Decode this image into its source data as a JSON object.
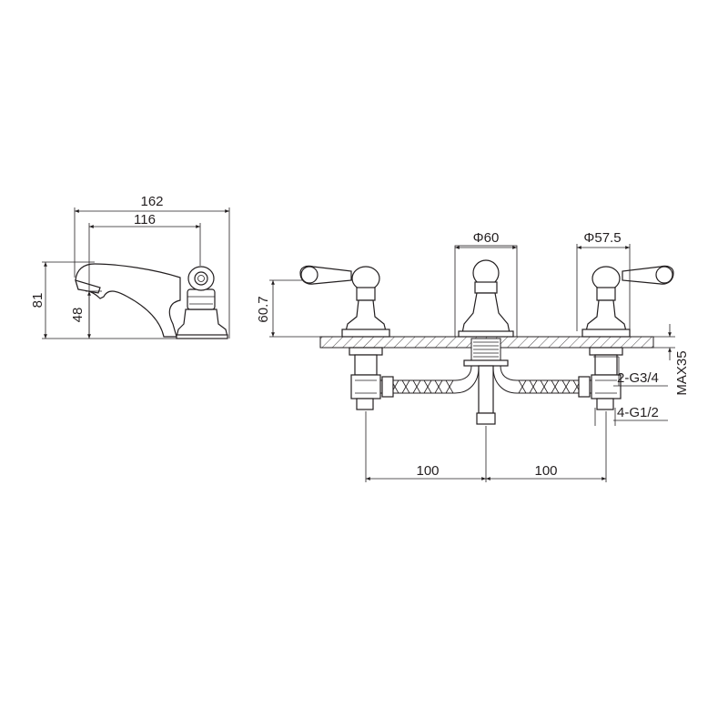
{
  "side_view": {
    "overall_length": "162",
    "spout_to_handle": "116",
    "overall_height": "81",
    "spout_height": "48"
  },
  "front_view": {
    "spout_diameter": "Φ60",
    "handle_diameter": "Φ57.5",
    "handle_height": "60.7",
    "max_deck_thickness": "MAX35",
    "inlet_thread_large": "2-G3/4",
    "inlet_thread_small": "4-G1/2",
    "spacing_left": "100",
    "spacing_right": "100"
  },
  "colors": {
    "line": "#231f20",
    "background": "#ffffff"
  }
}
